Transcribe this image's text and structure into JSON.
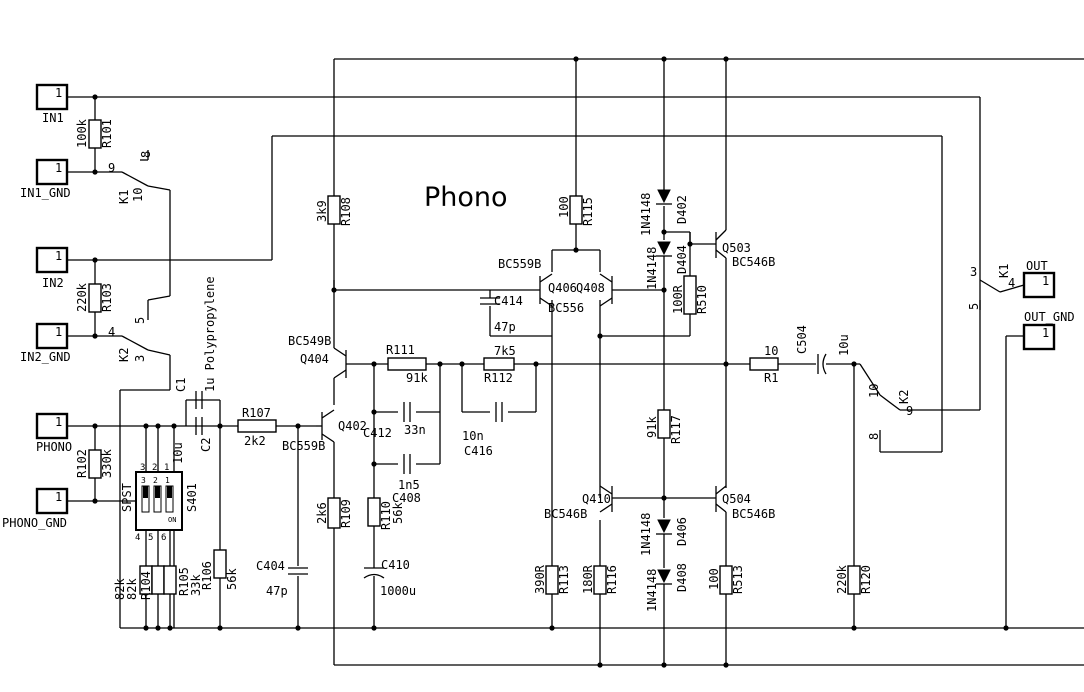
{
  "title": "Phono",
  "terminals": [
    {
      "name": "IN1",
      "pin": "1"
    },
    {
      "name": "IN1_GND",
      "pin": "1"
    },
    {
      "name": "IN2",
      "pin": "1"
    },
    {
      "name": "IN2_GND",
      "pin": "1"
    },
    {
      "name": "PHONO",
      "pin": "1"
    },
    {
      "name": "PHONO_GND",
      "pin": "1"
    },
    {
      "name": "OUT",
      "pin": "1"
    },
    {
      "name": "OUT_GND",
      "pin": "1"
    }
  ],
  "resistors": [
    {
      "ref": "R101",
      "value": "100k"
    },
    {
      "ref": "R103",
      "value": "220k"
    },
    {
      "ref": "R102",
      "value": "330k"
    },
    {
      "ref": "R107",
      "value": "2k2"
    },
    {
      "ref": "R106",
      "value": "56k"
    },
    {
      "ref": "R104",
      "value": "82k"
    },
    {
      "ref": "R105",
      "value": "33k"
    },
    {
      "ref": "R108",
      "value": "3k9"
    },
    {
      "ref": "R109",
      "value": "2k6"
    },
    {
      "ref": "R110",
      "value": "56k"
    },
    {
      "ref": "R111",
      "value": "91k"
    },
    {
      "ref": "R112",
      "value": "7k5"
    },
    {
      "ref": "R115",
      "value": "100"
    },
    {
      "ref": "R510",
      "value": "100R"
    },
    {
      "ref": "R117",
      "value": "91k"
    },
    {
      "ref": "R113",
      "value": "390R"
    },
    {
      "ref": "R116",
      "value": "180R"
    },
    {
      "ref": "R513",
      "value": "100"
    },
    {
      "ref": "R1",
      "value": "10"
    },
    {
      "ref": "R120",
      "value": "220k"
    }
  ],
  "capacitors": [
    {
      "ref": "C1",
      "value": "1u Polypropylene"
    },
    {
      "ref": "C2",
      "value": "10u"
    },
    {
      "ref": "C404",
      "value": "47p"
    },
    {
      "ref": "C410",
      "value": "1000u"
    },
    {
      "ref": "C412",
      "value": "33n"
    },
    {
      "ref": "C408",
      "value": "1n5"
    },
    {
      "ref": "C416",
      "value": "10n"
    },
    {
      "ref": "C414",
      "value": "47p"
    },
    {
      "ref": "C504",
      "value": "10u"
    }
  ],
  "transistors": [
    {
      "ref": "Q404",
      "type": "BC549B"
    },
    {
      "ref": "Q402",
      "type": "BC559B"
    },
    {
      "ref": "Q406",
      "type": "BC559B"
    },
    {
      "ref": "Q408",
      "type": "BC556"
    },
    {
      "ref": "Q503",
      "type": "BC546B"
    },
    {
      "ref": "Q410",
      "type": "BC546B"
    },
    {
      "ref": "Q504",
      "type": "BC546B"
    }
  ],
  "diodes": [
    {
      "ref": "D402",
      "type": "1N4148"
    },
    {
      "ref": "D404",
      "type": "1N4148"
    },
    {
      "ref": "D406",
      "type": "1N4148"
    },
    {
      "ref": "D408",
      "type": "1N4148"
    }
  ],
  "relays": [
    {
      "ref": "K1",
      "pins": [
        "9",
        "8",
        "10"
      ]
    },
    {
      "ref": "K2",
      "pins": [
        "4",
        "5",
        "3"
      ]
    },
    {
      "ref": "K1",
      "pins": [
        "3",
        "4",
        "5"
      ]
    },
    {
      "ref": "K2",
      "pins": [
        "10",
        "9",
        "8"
      ]
    }
  ],
  "dip_switch": {
    "ref": "S401",
    "type": "SPST",
    "on_label": "ON",
    "top_pins": [
      "3",
      "2",
      "1"
    ],
    "bottom_pins": [
      "4",
      "5",
      "6"
    ]
  }
}
